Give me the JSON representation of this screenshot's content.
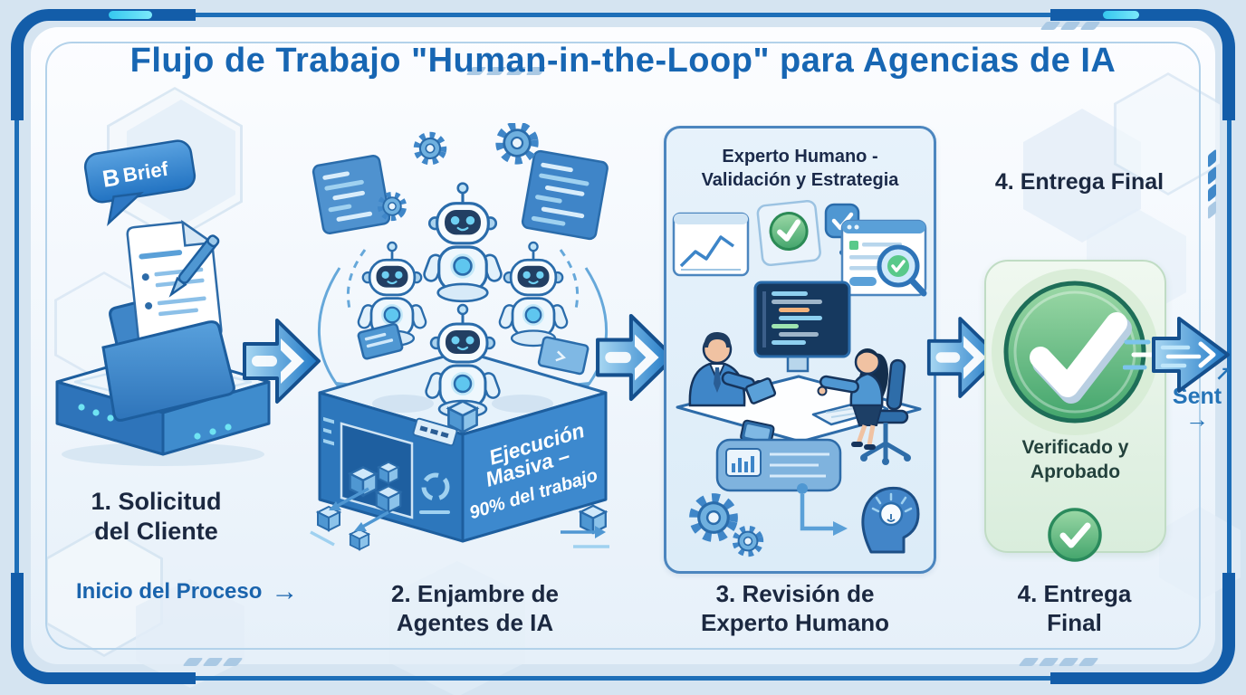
{
  "title": "Flujo de Trabajo \"Human-in-the-Loop\" para Agencias de IA",
  "colors": {
    "frame_blue": "#1e6fb8",
    "accent_cyan": "#45d6f5",
    "title_blue": "#1766b3",
    "label_navy": "#1b2840",
    "link_blue": "#1a64ad",
    "arrow_blue": "#2178c4",
    "panel_border_blue": "#4c86bf",
    "success_green": "#4caf72"
  },
  "icons": {
    "brief_b": "B",
    "right_arrow": "→",
    "up_right_arrow": "↗"
  },
  "step1": {
    "bubble_label": "Brief",
    "label_line1": "1. Solicitud",
    "label_line2": "del Cliente",
    "note": "Inicio del Proceso"
  },
  "step2": {
    "platform_line1": "Ejecución",
    "platform_line2": "Masiva –",
    "platform_line3": "90% del trabajo",
    "label_line1": "2. Enjambre de",
    "label_line2": "Agentes de IA"
  },
  "step3": {
    "panel_title_line1": "Experto Humano -",
    "panel_title_line2": "Validación y Estrategia",
    "label_line1": "3. Revisión de",
    "label_line2": "Experto Humano"
  },
  "step4": {
    "heading": "4. Entrega Final",
    "badge_line1": "Verificado y",
    "badge_line2": "Aprobado",
    "sent_label": "Sent",
    "label_line1": "4. Entrega",
    "label_line2": "Final"
  }
}
